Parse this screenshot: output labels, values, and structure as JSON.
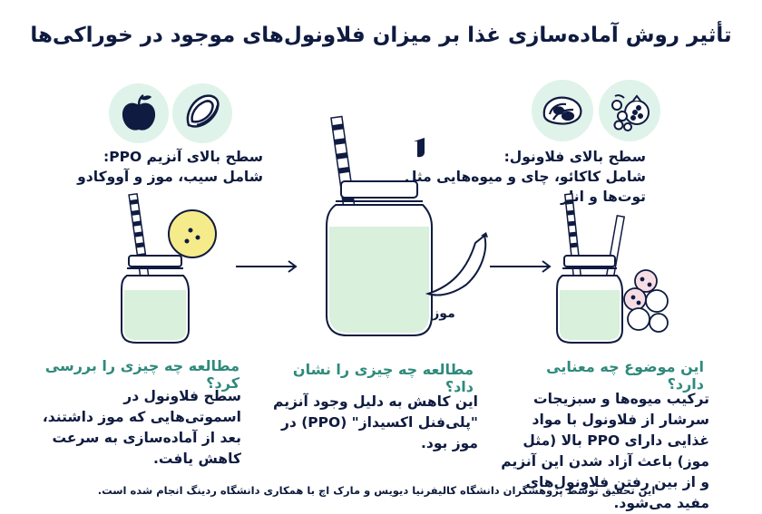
{
  "title": "تأثیر روش آماده‌سازی غذا بر میزان فلاونول‌های موجود در خوراکی‌ها",
  "left": {
    "label_line1": "سطح بالای آنزیم PPO:",
    "label_line2": "شامل سیب، موز و آووکادو",
    "question": "مطالعه چه چیزی را بررسی کرد؟",
    "body": "سطح فلاونول در اسموتی‌هایی که موز داشتند، بعد از آماده‌سازی به سرعت کاهش یافت."
  },
  "middle": {
    "banana_label": "موز",
    "question": "مطالعه چه چیزی را نشان داد؟",
    "body": "این کاهش به دلیل وجود آنزیم \"پلی‌فنل اکسیداز\" (PPO) در موز بود."
  },
  "right": {
    "label_line1": "سطح بالای فلاونول:",
    "label_line2": "شامل کاکائو، چای و میوه‌هایی مثل توت‌ها و انار",
    "question": "این موضوع چه معنایی دارد؟",
    "body": "ترکیب میوه‌ها و سبزیجات سرشار از فلاونول با مواد غذایی دارای PPO بالا (مثل موز) باعث آزاد شدن این آنزیم و از بین رفتن فلاونول‌های مفید می‌شود."
  },
  "footer": "این تحقیق توسط پژوهشگران دانشگاه کالیفرنیا دیویس و مارک اچ با همکاری دانشگاه ردینگ انجام شده است.",
  "colors": {
    "navy": "#0f1b40",
    "mint_circle": "#dff3ea",
    "smoothie": "#d8f0dc",
    "teal_heading": "#2f8a7c",
    "lemon": "#f6eb8a",
    "berry": "#f6dde4"
  },
  "icons": [
    "apple-icon",
    "avocado-icon",
    "cocoa-icon",
    "pomegranate-berries-icon",
    "banana-icon",
    "lemon-slice-icon",
    "berries-icon",
    "arrow-right-icon",
    "music-note-icon",
    "straw-icon",
    "jar-icon"
  ]
}
